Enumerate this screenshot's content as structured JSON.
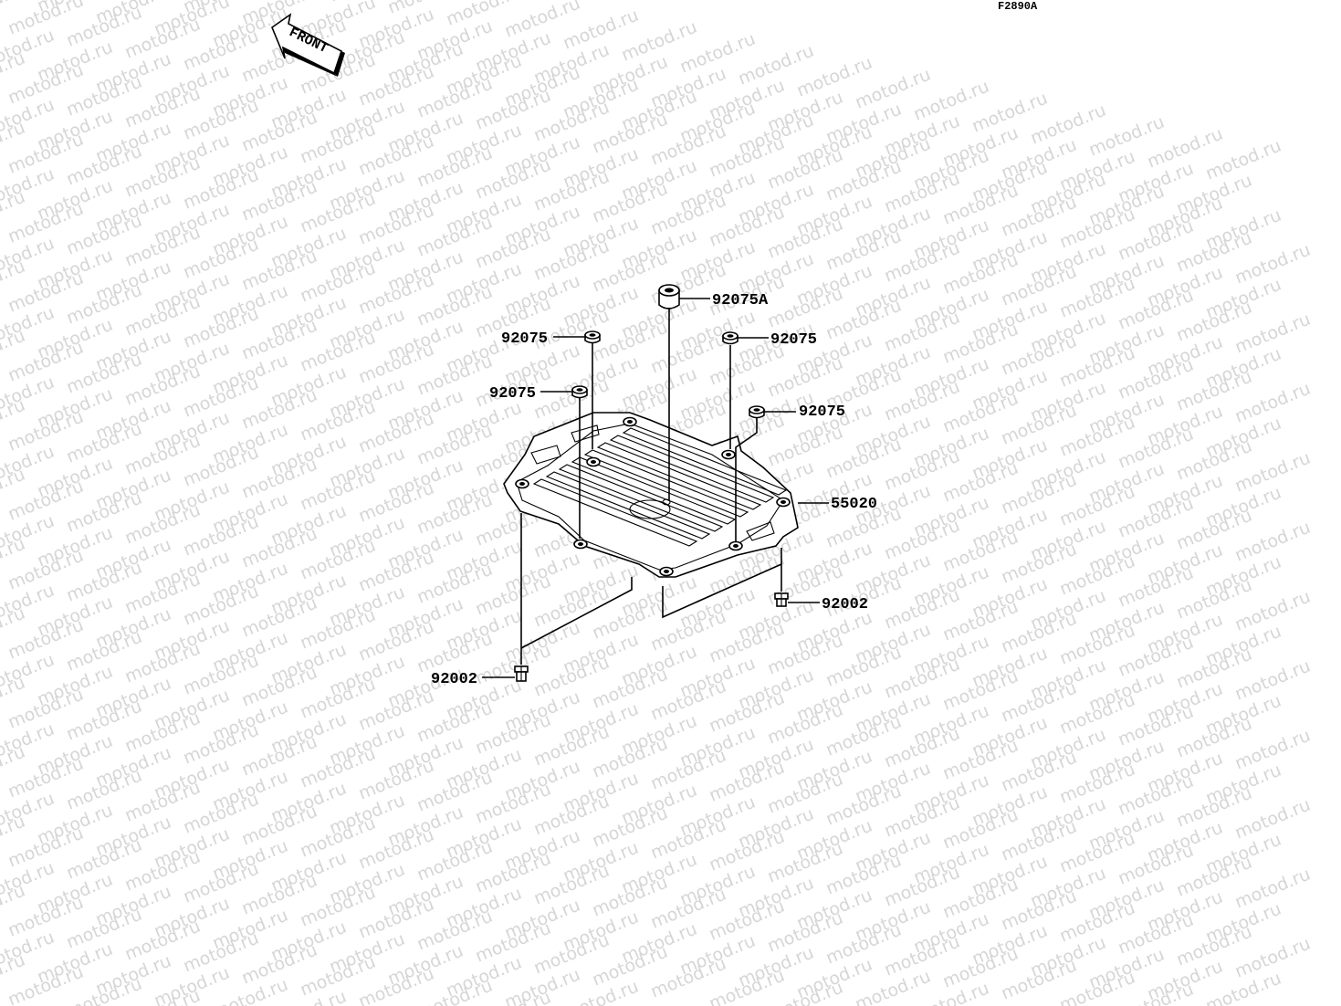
{
  "diagram": {
    "figure_code": "F2890A",
    "front_label": "FRONT",
    "watermark": "motod.ru",
    "callouts": [
      {
        "id": "c-92075a",
        "label": "92075A"
      },
      {
        "id": "c-92075-left-top",
        "label": "92075"
      },
      {
        "id": "c-92075-right-top",
        "label": "92075"
      },
      {
        "id": "c-92075-left-mid",
        "label": "92075"
      },
      {
        "id": "c-92075-right-mid",
        "label": "92075"
      },
      {
        "id": "c-55020",
        "label": "55020"
      },
      {
        "id": "c-92002-right",
        "label": "92002"
      },
      {
        "id": "c-92002-left",
        "label": "92002"
      }
    ]
  }
}
